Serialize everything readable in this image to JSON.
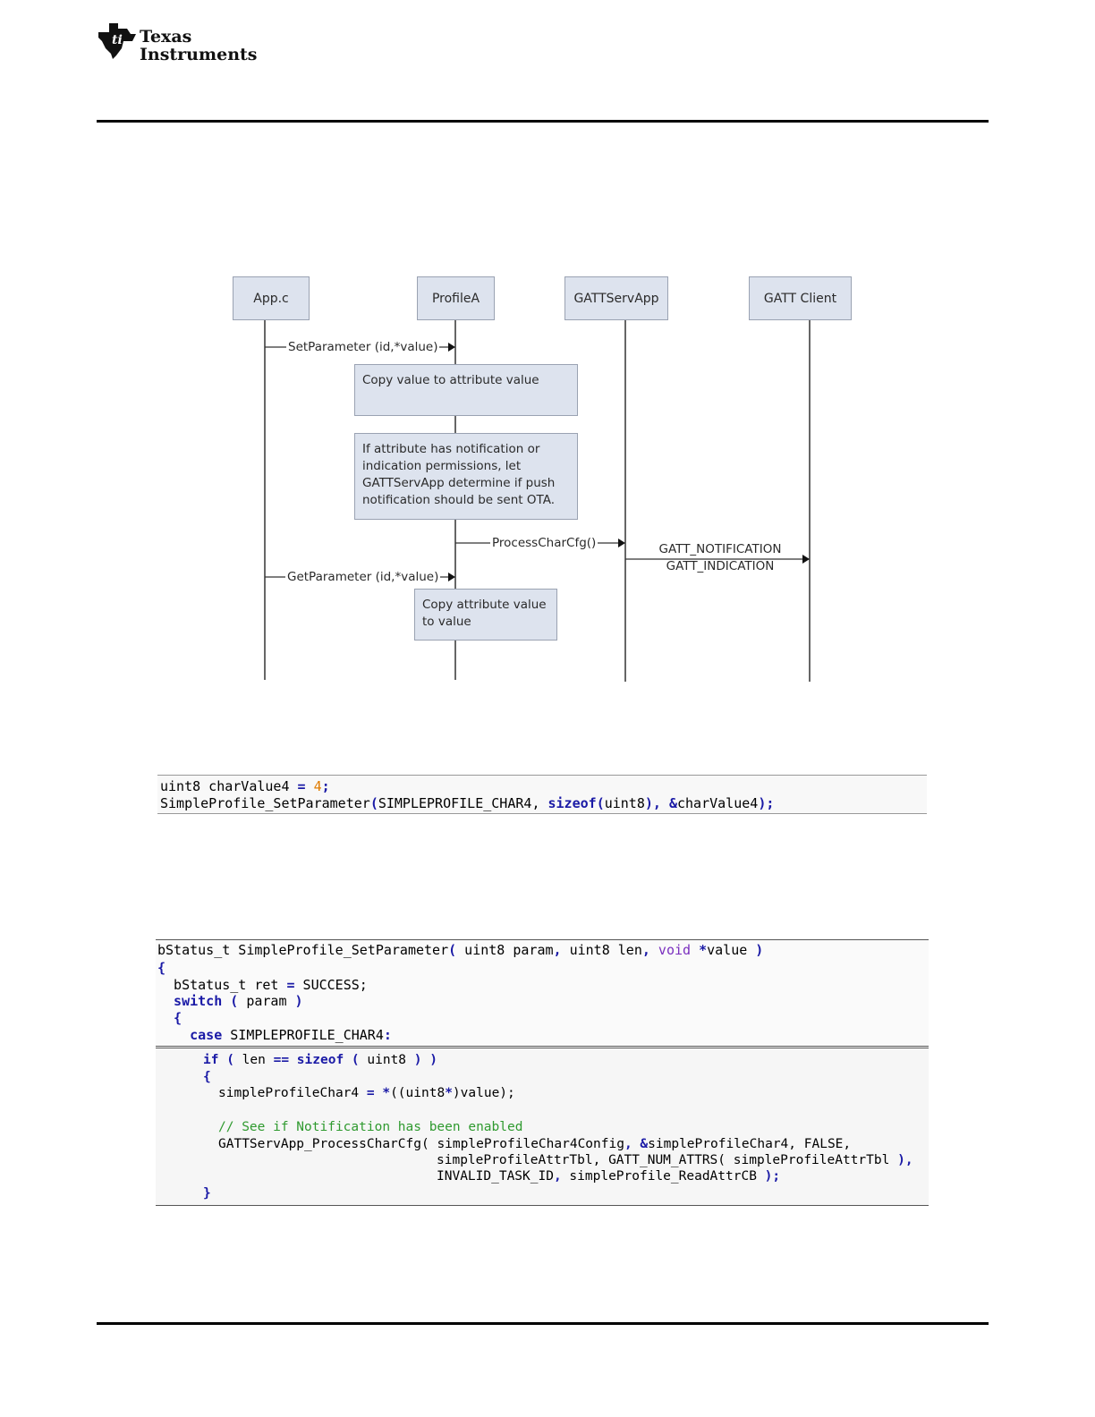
{
  "header": {
    "logo_line1": "Texas",
    "logo_line2": "Instruments"
  },
  "diagram": {
    "entities": [
      "App.c",
      "ProfileA",
      "GATTServApp",
      "GATT Client"
    ],
    "messages": {
      "set_parameter": "SetParameter (id,*value)",
      "process_char_cfg": "ProcessCharCfg()",
      "get_parameter": "GetParameter (id,*value)",
      "gatt_notification": "GATT_NOTIFICATION",
      "gatt_indication": "GATT_INDICATION"
    },
    "notes": {
      "copy_value": "Copy value to attribute value",
      "notification_check": "If attribute has notification or indication permissions, let GATTServApp determine if push notification should be sent OTA.",
      "copy_attribute": "Copy attribute value to value"
    }
  },
  "code_example_1": {
    "line1_a": "uint8 charValue4 ",
    "line1_eq": "=",
    "line1_num": "4",
    "line1_end": ";",
    "line2_a": "SimpleProfile_SetParameter",
    "line2_b": "(",
    "line2_c": "SIMPLEPROFILE_CHAR4",
    "line2_d": ", ",
    "line2_kw": "sizeof",
    "line2_e": "(",
    "line2_f": "uint8",
    "line2_g": "), &",
    "line2_h": "charValue4",
    "line2_i": ");"
  },
  "code_example_2": {
    "l1_a": "bStatus_t SimpleProfile_SetParameter",
    "l1_b": "( ",
    "l1_c": "uint8 param",
    "l1_d": ", ",
    "l1_e": "uint8 len",
    "l1_f": ", ",
    "l1_g": "void",
    "l1_h": " ",
    "l1_i": "*",
    "l1_j": "value ",
    "l1_k": ")",
    "l2": "{",
    "l3_a": "  bStatus_t ret ",
    "l3_b": "=",
    "l3_c": " SUCCESS;",
    "l4_kw": "  switch",
    "l4_a": " ( ",
    "l4_b": "param ",
    "l4_c": ")",
    "l5": "  {",
    "l6_kw": "    case",
    "l6_a": " SIMPLEPROFILE_CHAR4",
    "l6_b": ":"
  },
  "code_example_3": {
    "l1_kw": "if",
    "l1_a": " ( ",
    "l1_b": "len ",
    "l1_op": "==",
    "l1_c": " ",
    "l1_kw2": "sizeof",
    "l1_d": " ( ",
    "l1_e": "uint8 ",
    "l1_f": ") )",
    "l2": "{",
    "l3_a": "simpleProfileChar4 ",
    "l3_b": "=",
    "l3_c": " ",
    "l3_d": "*",
    "l3_e": "((uint8",
    "l3_f": "*",
    "l3_g": ")value);",
    "l4_comment": "// See if Notification has been enabled",
    "l5_a": "GATTServApp_ProcessCharCfg( ",
    "l5_b": "simpleProfileChar4Config",
    "l5_c": ", &",
    "l5_d": "simpleProfileChar4",
    "l5_e": ", FALSE,",
    "l6_a": "simpleProfileAttrTbl",
    "l6_b": ", GATT_NUM_ATTRS( ",
    "l6_c": "simpleProfileAttrTbl",
    "l6_d": " ),",
    "l7_a": "INVALID_TASK_ID",
    "l7_b": ", ",
    "l7_c": "simpleProfile_ReadAttrCB",
    "l7_d": " );",
    "l8": "}"
  }
}
